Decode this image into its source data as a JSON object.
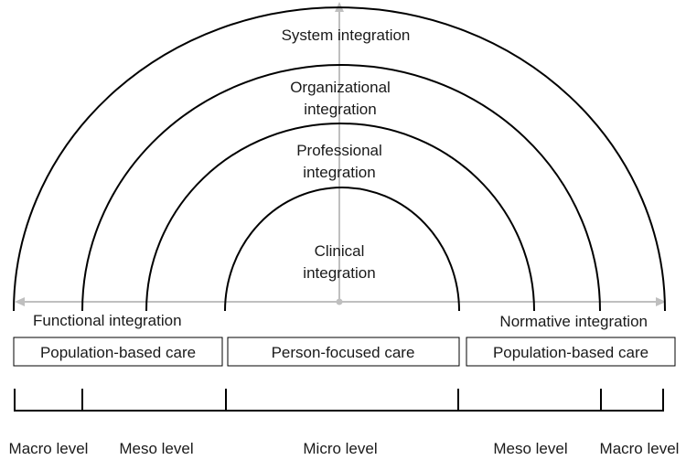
{
  "arcs": [
    {
      "lines": [
        "System integration"
      ]
    },
    {
      "lines": [
        "Organizational",
        "integration"
      ]
    },
    {
      "lines": [
        "Professional",
        "integration"
      ]
    },
    {
      "lines": [
        "Clinical",
        "integration"
      ]
    }
  ],
  "axis_labels": {
    "left": "Functional integration",
    "right": "Normative integration"
  },
  "boxes": {
    "left": "Population-based care",
    "center": "Person-focused care",
    "right": "Population-based care"
  },
  "levels": [
    "Macro level",
    "Meso level",
    "Micro level",
    "Meso level",
    "Macro level"
  ],
  "colors": {
    "arc": "#000000",
    "axis": "#bfbfbf",
    "text": "#1a1a1a"
  }
}
